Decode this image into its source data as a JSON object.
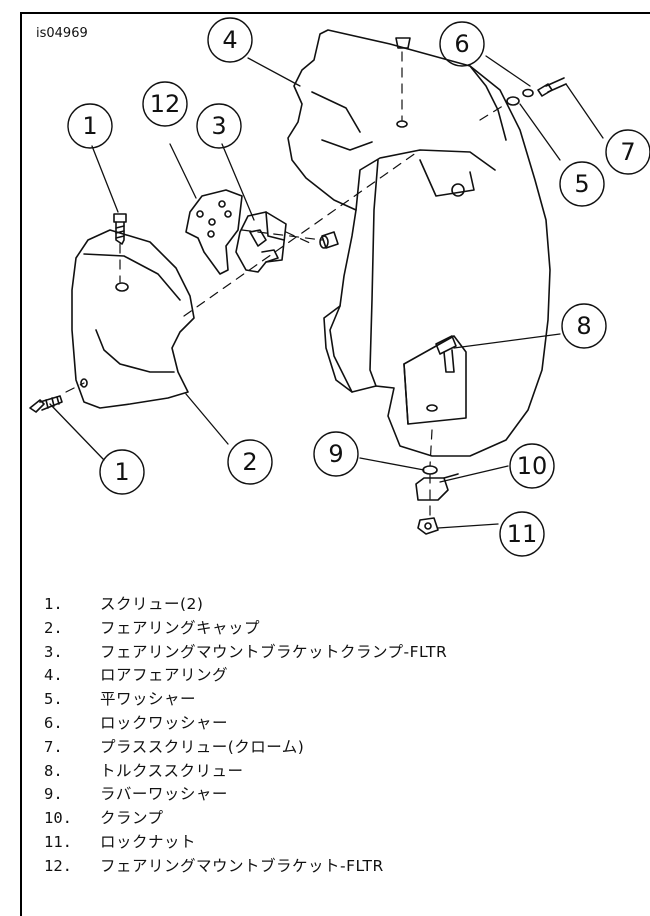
{
  "figure_id": "is04969",
  "callouts": [
    "1",
    "12",
    "3",
    "4",
    "6",
    "7",
    "5",
    "8",
    "1",
    "2",
    "9",
    "10",
    "11"
  ],
  "legend": [
    {
      "num": "1.",
      "label": "スクリュー(2)"
    },
    {
      "num": "2.",
      "label": "フェアリングキャップ"
    },
    {
      "num": "3.",
      "label": "フェアリングマウントブラケットクランプ-FLTR"
    },
    {
      "num": "4.",
      "label": "ロアフェアリング"
    },
    {
      "num": "5.",
      "label": "平ワッシャー"
    },
    {
      "num": "6.",
      "label": "ロックワッシャー"
    },
    {
      "num": "7.",
      "label": "プラススクリュー(クローム)"
    },
    {
      "num": "8.",
      "label": "トルクススクリュー"
    },
    {
      "num": "9.",
      "label": "ラバーワッシャー"
    },
    {
      "num": "10.",
      "label": "クランプ"
    },
    {
      "num": "11.",
      "label": "ロックナット"
    },
    {
      "num": "12.",
      "label": "フェアリングマウントブラケット-FLTR"
    }
  ]
}
